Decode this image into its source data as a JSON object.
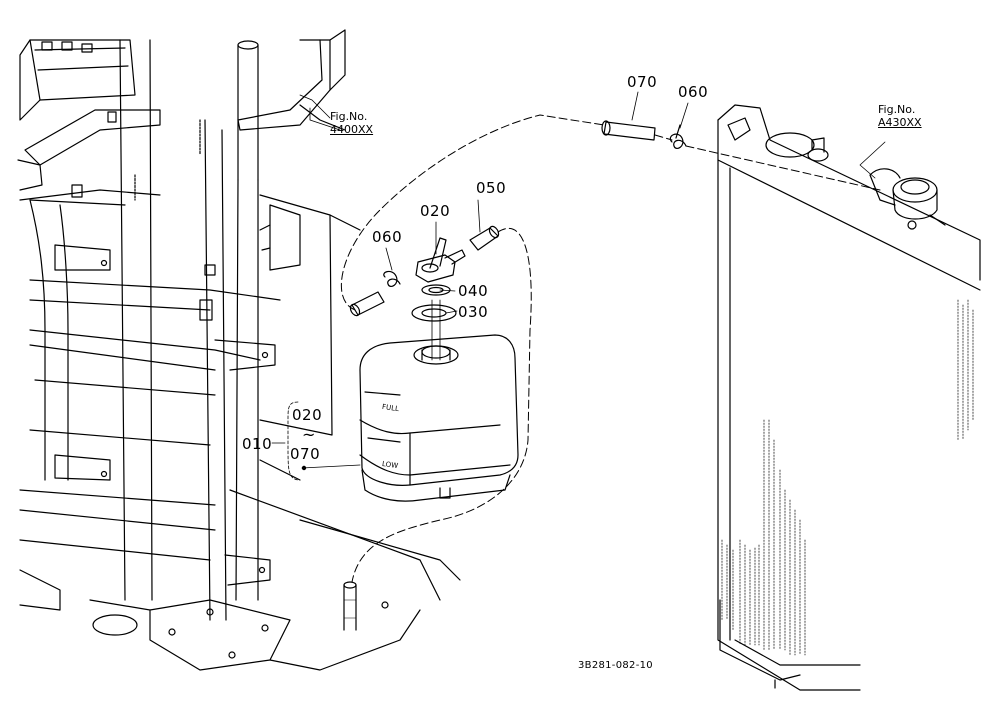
{
  "parts": {
    "p010": "010",
    "p020_range_start": "020",
    "p070_range_end": "070",
    "range_sep": "~",
    "p020": "020",
    "p030": "030",
    "p040": "040",
    "p050": "050",
    "p060_left": "060",
    "p060_right": "060",
    "p070": "070"
  },
  "fig_refs": {
    "left": {
      "label": "Fig.No.",
      "code": "4400XX"
    },
    "right": {
      "label": "Fig.No.",
      "code": "A430XX"
    }
  },
  "tank_marks": {
    "full": "FULL",
    "low": "LOW"
  },
  "drawing_id": "3B281-082-10"
}
